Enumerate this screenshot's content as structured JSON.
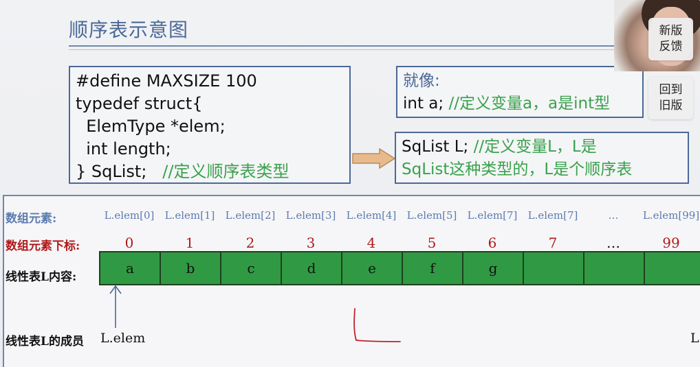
{
  "slide": {
    "title": "顺序表示意图",
    "code": {
      "line1": "#define MAXSIZE 100",
      "line2": "typedef struct{",
      "line3": "  ElemType *elem;",
      "line4": "  int length;",
      "line5_code": "} SqList;",
      "line5_comment": "//定义顺序表类型"
    },
    "like": {
      "label": "就像:",
      "code": "int a;",
      "comment": "//定义变量a，a是int型"
    },
    "sqlist": {
      "code": "SqList L;",
      "comment_line1": "//定义变量L，L是",
      "comment_line2": "SqList这种类型的，L是个顺序表"
    },
    "diagram": {
      "label_elements": "数组元素:",
      "label_indices": "数组元素下标:",
      "label_contents": "线性表L内容:",
      "label_members": "线性表L的成员",
      "element_names": [
        "L.elem[0]",
        "L.elem[1]",
        "L.elem[2]",
        "L.elem[3]",
        "L.elem[4]",
        "L.elem[5]",
        "L.elem[7]",
        "L.elem[7]",
        "…",
        "L.elem[99]"
      ],
      "indices": [
        "0",
        "1",
        "2",
        "3",
        "4",
        "5",
        "6",
        "7",
        "…",
        "99"
      ],
      "cells": [
        "a",
        "b",
        "c",
        "d",
        "e",
        "f",
        "g",
        "",
        "",
        ""
      ],
      "member_elem": "L.elem",
      "member_right": "L"
    }
  },
  "overlay": {
    "feedback_line1": "新版",
    "feedback_line2": "反馈",
    "back_line1": "回到",
    "back_line2": "旧版"
  },
  "colors": {
    "accent": "#4a6896",
    "comment_green": "#3aa14c",
    "index_red": "#b01818",
    "cell_green": "#2f9a43"
  }
}
